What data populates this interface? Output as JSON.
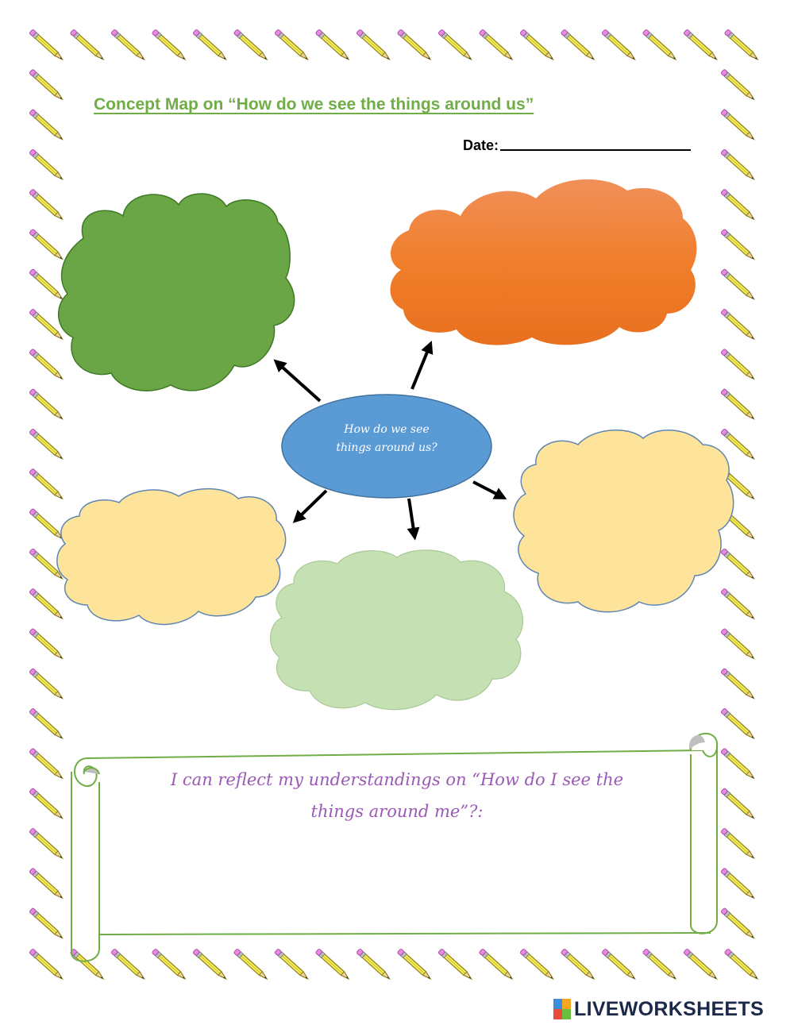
{
  "worksheet": {
    "title": "Concept Map on “How do we see the things around us”",
    "date_label": "Date:"
  },
  "concept_map": {
    "center_line1": "How do we see",
    "center_line2": "things around us?",
    "bubble_colors": {
      "top_left": "#6aa645",
      "top_right": "#f07e2b",
      "left": "#fde49a",
      "bottom": "#c5e0b3",
      "right": "#fde49a",
      "center": "#5b9bd5"
    }
  },
  "reflection": {
    "line1": "I can reflect my understandings on “How do I see the",
    "line2": "things around me”?:",
    "text_color": "#9b59b6",
    "border_color": "#70ad47"
  },
  "border": {
    "icon": "pencil-icon",
    "pencil_color": "#f5ec5a",
    "eraser_color": "#e58ae0"
  },
  "footer": {
    "logo_text": "LIVEWORKSHEETS"
  }
}
